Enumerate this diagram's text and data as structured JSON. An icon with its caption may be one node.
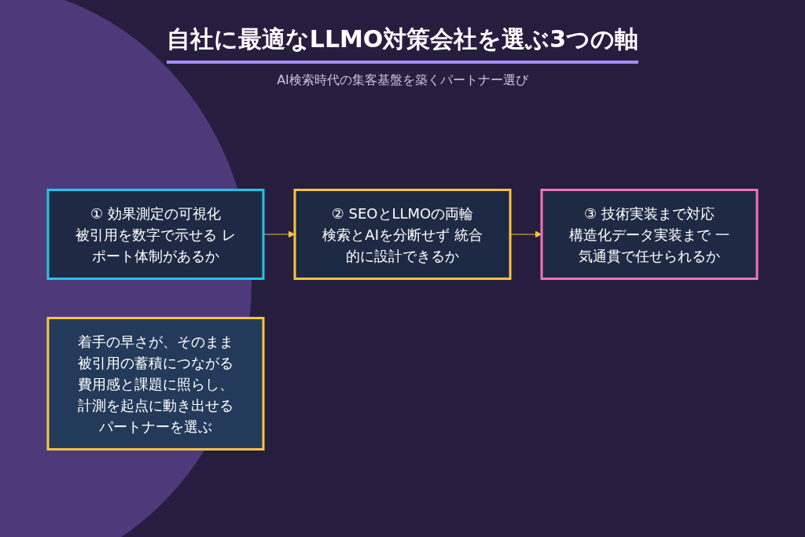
{
  "diagram": {
    "title": "自社に最適なLLMO対策会社を選ぶ3つの軸",
    "nodes": [
      {
        "text": [
          "① 効果測定の可視化",
          "被引用を数字で示せる レポート体制があるか"
        ]
      },
      {
        "text": [
          "② SEOとLLMOの両輪",
          "検索とAIを分断せず 統合的に設計できるか"
        ]
      },
      {
        "text": [
          "③ 技術実装まで対応",
          "構造化データ実装まで 一気通貫で任せられるか"
        ]
      },
      {
        "text": [
          "着手の早さが、そのまま被引用の蓄積につながる",
          "費用感と課題に照らし、計測を起点に動き出せるパートナーを選ぶ"
        ]
      }
    ],
    "edges": [
      {
        "from": 0,
        "to": 1,
        "arrow": "to"
      },
      {
        "from": 1,
        "to": 2,
        "arrow": "to"
      }
    ],
    "labels": [
      "AI検索時代の集客基盤を築くパートナー選び"
    ]
  }
}
